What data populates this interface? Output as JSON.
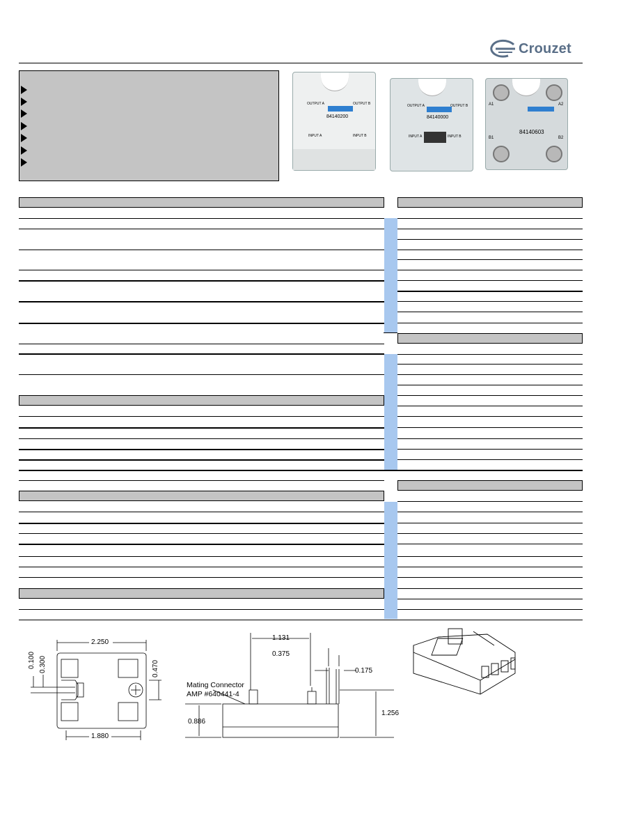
{
  "brand": {
    "name": "Crouzet",
    "accent_color": "#5a6f88",
    "logo_icon": "crouzet-swirl-icon"
  },
  "colors": {
    "section_header_grey": "#c4c4c4",
    "highlight_blue": "#a8c8ef"
  },
  "products": [
    {
      "model": "84140200",
      "output_a": "OUTPUT A",
      "output_b": "OUTPUT B",
      "input_a": "INPUT A",
      "input_b": "INPUT B"
    },
    {
      "model": "84140000",
      "output_a": "OUTPUT A",
      "output_b": "OUTPUT B",
      "input_a": "INPUT A",
      "input_b": "INPUT B"
    },
    {
      "model": "84140603",
      "terminal_a1": "A1",
      "terminal_a2": "A2",
      "terminal_b1": "B1",
      "terminal_b2": "B2"
    }
  ],
  "drawing_top": {
    "width": "2.250",
    "d1": "0.100",
    "d2": "0.300",
    "d3": "0.470",
    "d4": "1.880"
  },
  "drawing_side": {
    "d1": "1.131",
    "d2": "0.375",
    "d3": "0.175",
    "d4": "1.256",
    "d5": "0.886",
    "connector_line1": "Mating Connector",
    "connector_line2": "AMP #640441-4"
  }
}
